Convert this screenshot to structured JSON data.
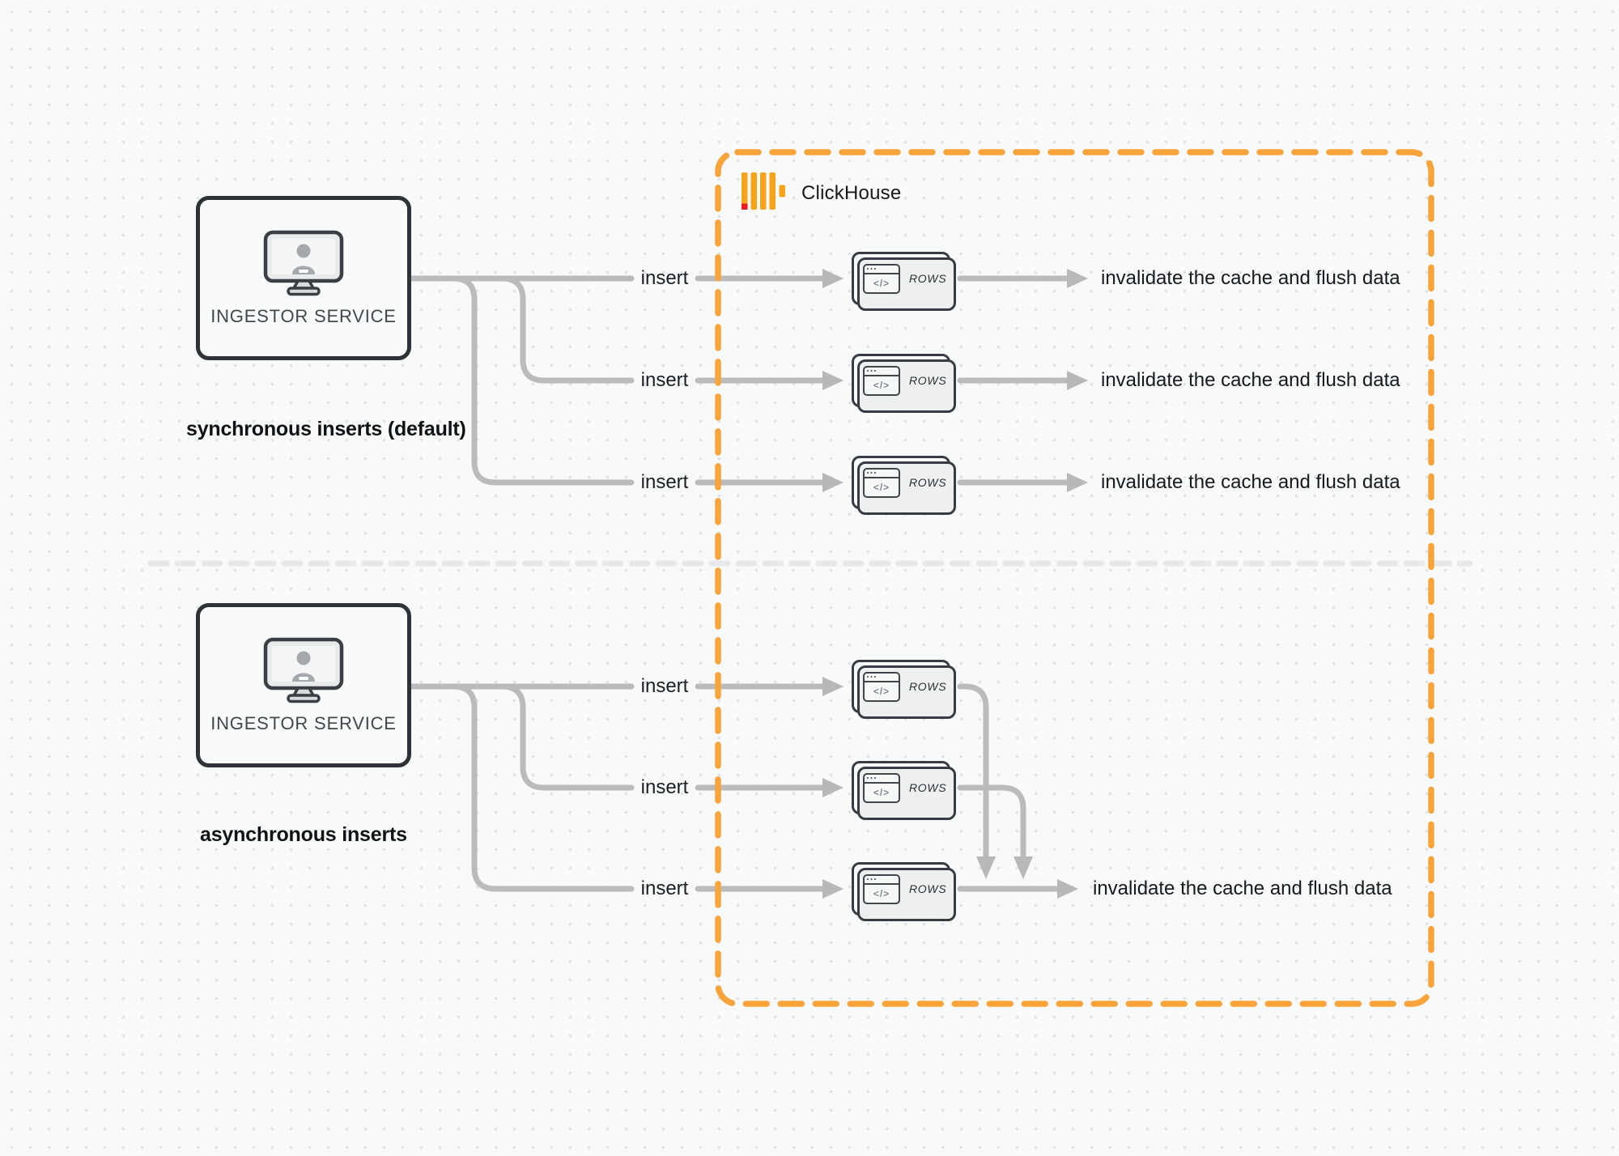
{
  "sync": {
    "section_label": "synchronous inserts (default)",
    "service_label": "INGESTOR SERVICE"
  },
  "async": {
    "section_label": "asynchronous inserts",
    "service_label": "INGESTOR SERVICE"
  },
  "clickhouse": {
    "wordmark": "ClickHouse"
  },
  "labels": {
    "insert": "insert",
    "rows": "ROWS",
    "code_glyph": "</>",
    "invalidate": "invalidate the cache and flush data"
  },
  "colors": {
    "boundary_orange": "#F9A43B",
    "logo_amber": "#F8A41B",
    "logo_red": "#ED1C24",
    "connector_gray": "#b9bbbc",
    "divider_gray": "#e7e8e9"
  }
}
